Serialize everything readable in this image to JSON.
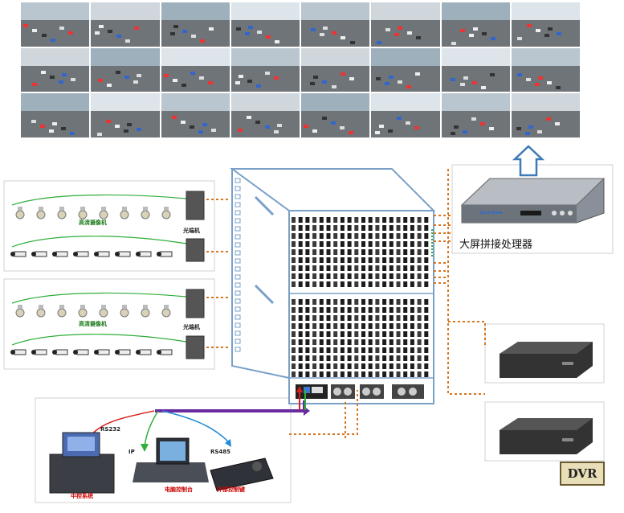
{
  "video_wall": {
    "tile_count": 24
  },
  "camera_groups": [
    {
      "camera_label": "高清摄像机",
      "transceiver_label": "光端机"
    },
    {
      "camera_label": "高清摄像机",
      "transceiver_label": "光端机"
    }
  ],
  "processor": {
    "label": "大屏拼接处理器",
    "brand": "SonicView"
  },
  "control": {
    "rs232_label": "RS232",
    "ip_label": "IP",
    "rs485_label": "RS485",
    "central_label": "中控系统",
    "pc_label": "电脑控制台",
    "keyboard_label": "外部控制键"
  },
  "dvr": {
    "label": "DVR"
  },
  "colors": {
    "matrix_frame": "#7aa0c8",
    "orange_line": "#d8761e",
    "green_line": "#2fae3a",
    "purple_line": "#6a2aa0",
    "red_line": "#d81e1e",
    "blue_line": "#1e8ad8"
  }
}
